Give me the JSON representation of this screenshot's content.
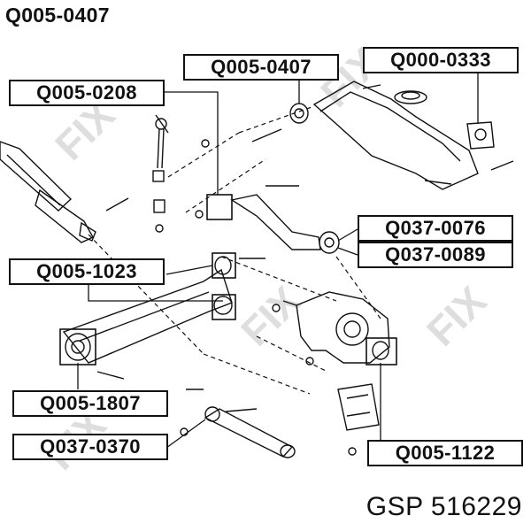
{
  "header": {
    "part_number": "Q005-0407"
  },
  "labels": [
    "Q005-0407",
    "Q000-0333",
    "Q005-0208",
    "Q037-0076",
    "Q037-0089",
    "Q005-1023",
    "Q005-1807",
    "Q037-0370",
    "Q005-1122"
  ],
  "footer": {
    "reference": "GSP 516229"
  },
  "watermark": {
    "brand": "FIX"
  },
  "colors": {
    "lines": "#111111",
    "watermark": "#b8b8b8",
    "background": "#ffffff"
  }
}
